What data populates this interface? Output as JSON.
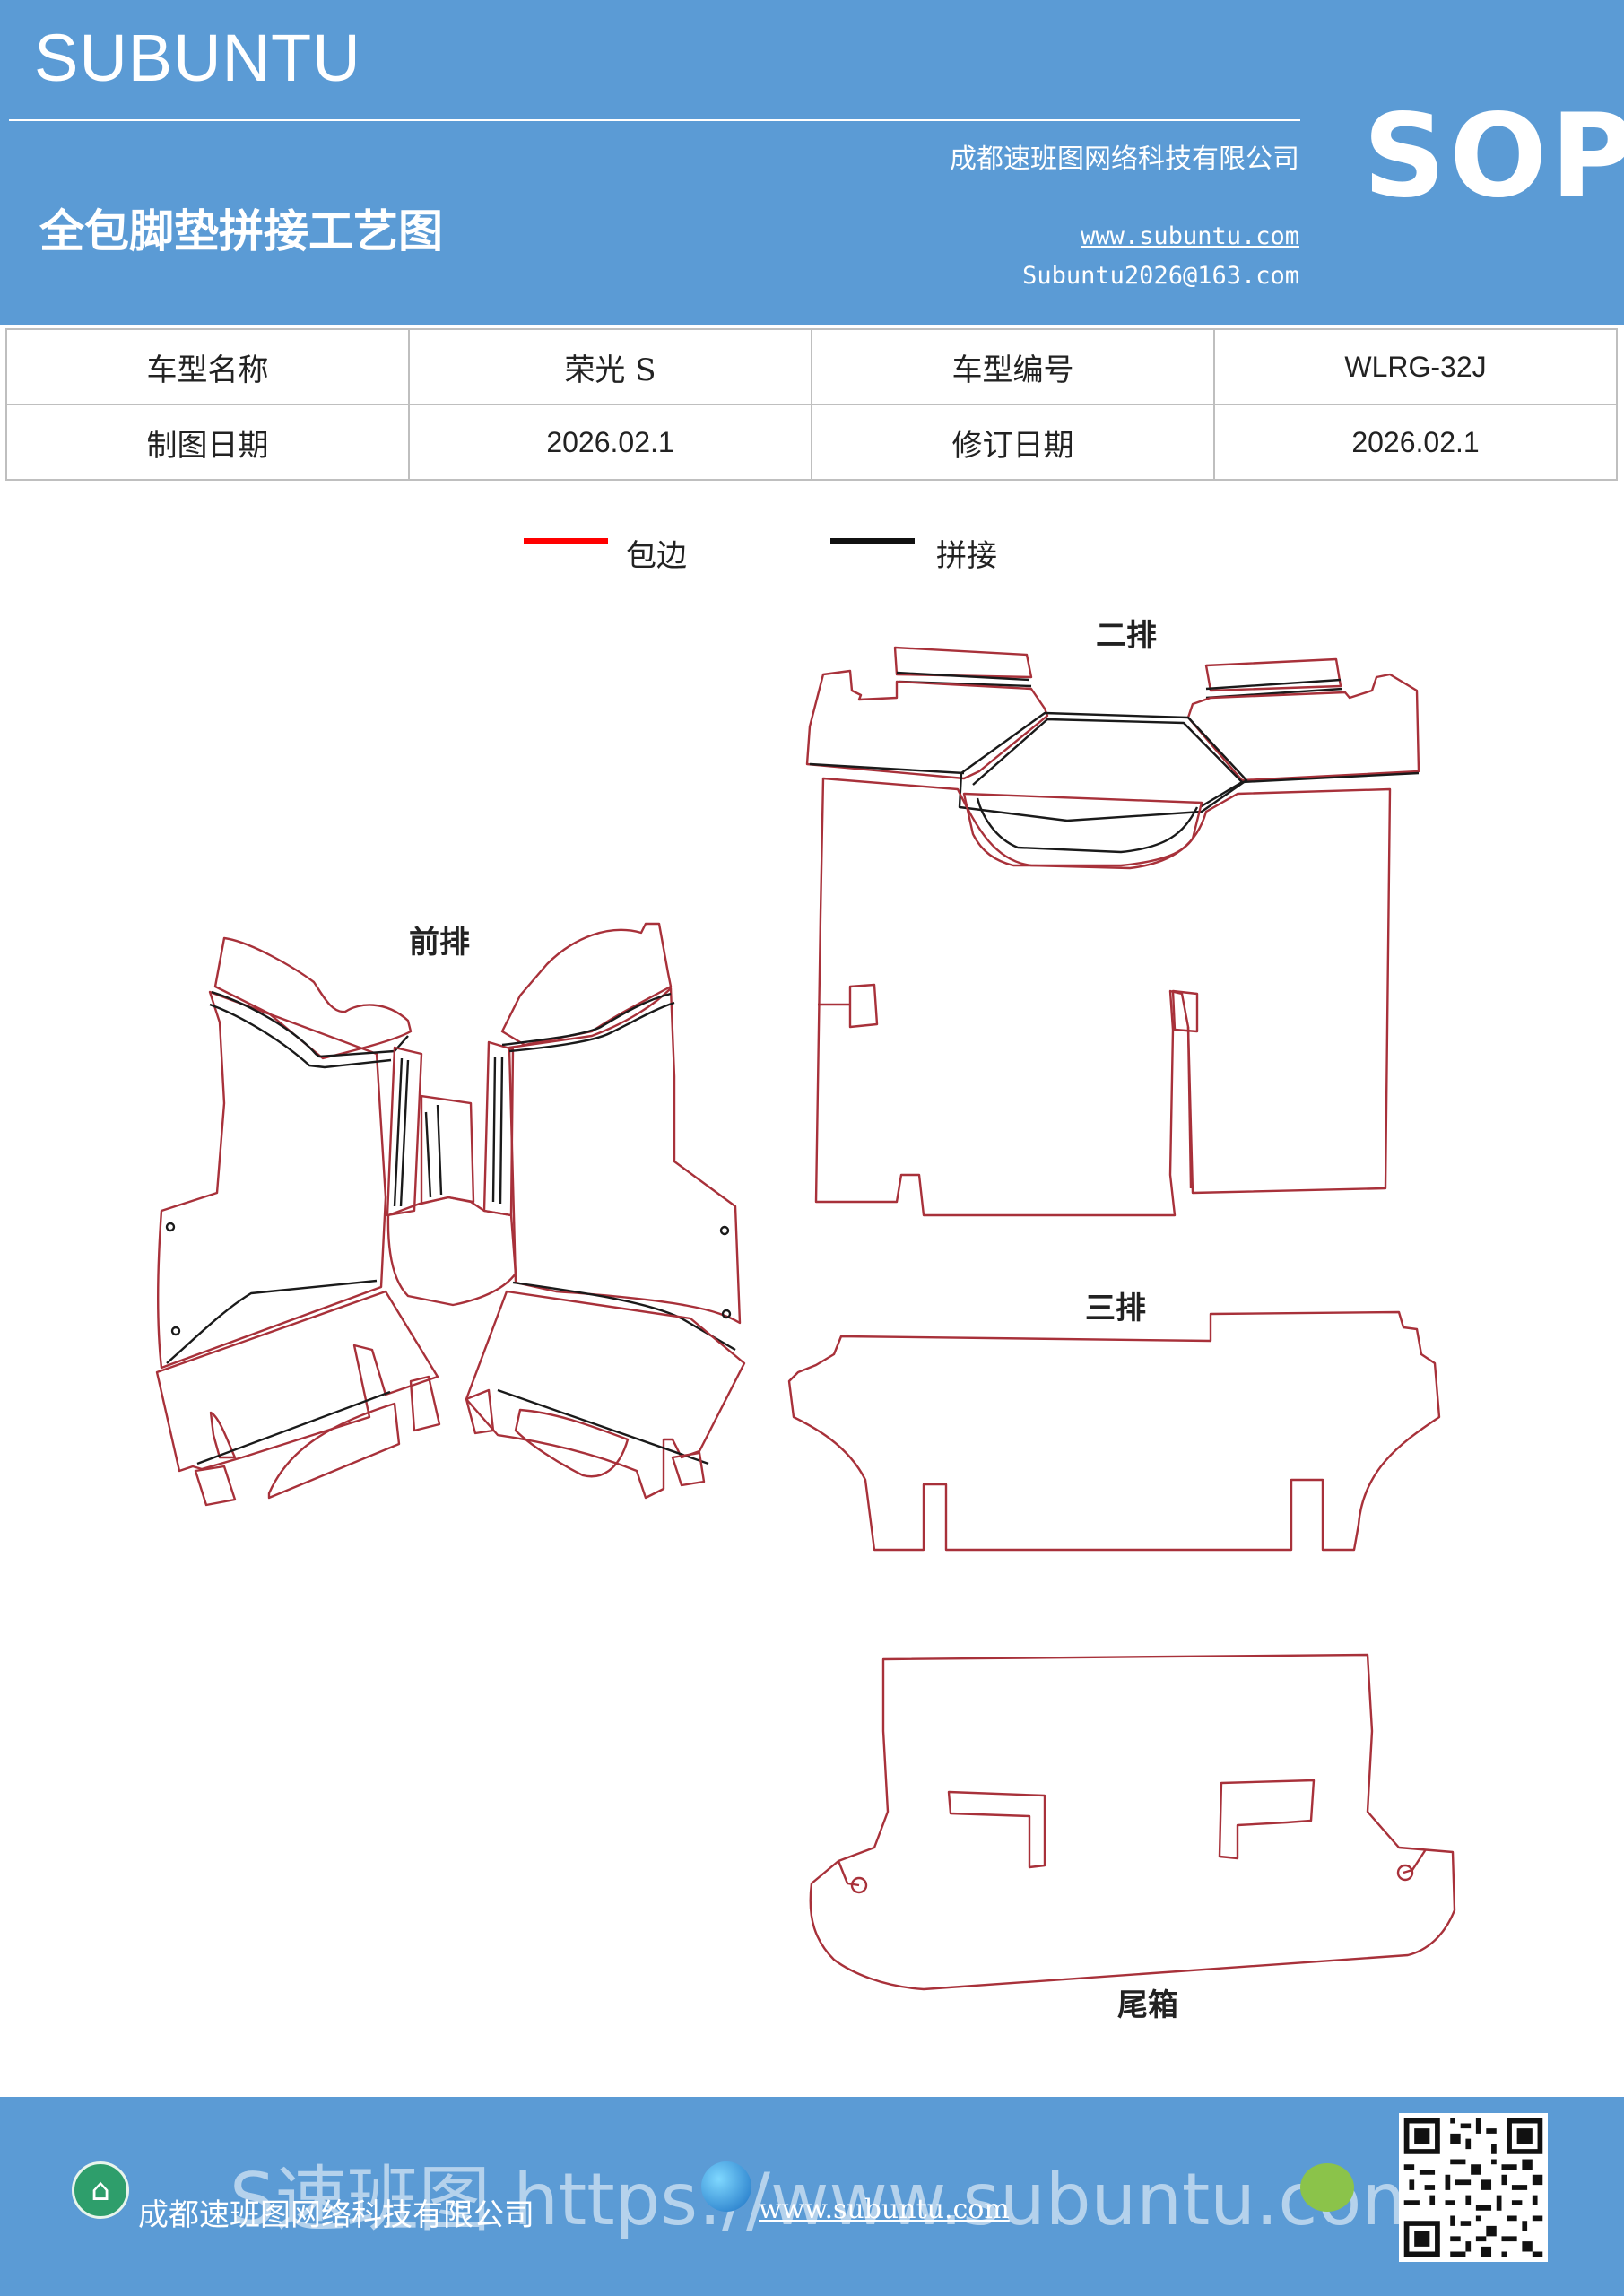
{
  "header": {
    "brand": "SUBUNTU",
    "company": "成都速班图网络科技有限公司",
    "title": "全包脚垫拼接工艺图",
    "website": "www.subuntu.com",
    "email": "Subuntu2026@163.com",
    "badge": "SOP"
  },
  "info": {
    "model_name_label": "车型名称",
    "model_name_value": "荣光 S",
    "model_code_label": "车型编号",
    "model_code_value": "WLRG-32J",
    "draw_date_label": "制图日期",
    "draw_date_value": "2026.02.1",
    "revise_date_label": "修订日期",
    "revise_date_value": "2026.02.1"
  },
  "legend": {
    "edge_label": "包边",
    "edge_color": "#ff0000",
    "seam_label": "拼接",
    "seam_color": "#111111"
  },
  "sections": {
    "front": "前排",
    "second": "二排",
    "third": "三排",
    "trunk": "尾箱"
  },
  "colors": {
    "outline": "#a8313a",
    "seam": "#1a1a1a"
  },
  "footer": {
    "company": "成都速班图网络科技有限公司",
    "url_watermark": "S速班图 https://www.subuntu.com",
    "site": "www.subuntu.com"
  }
}
